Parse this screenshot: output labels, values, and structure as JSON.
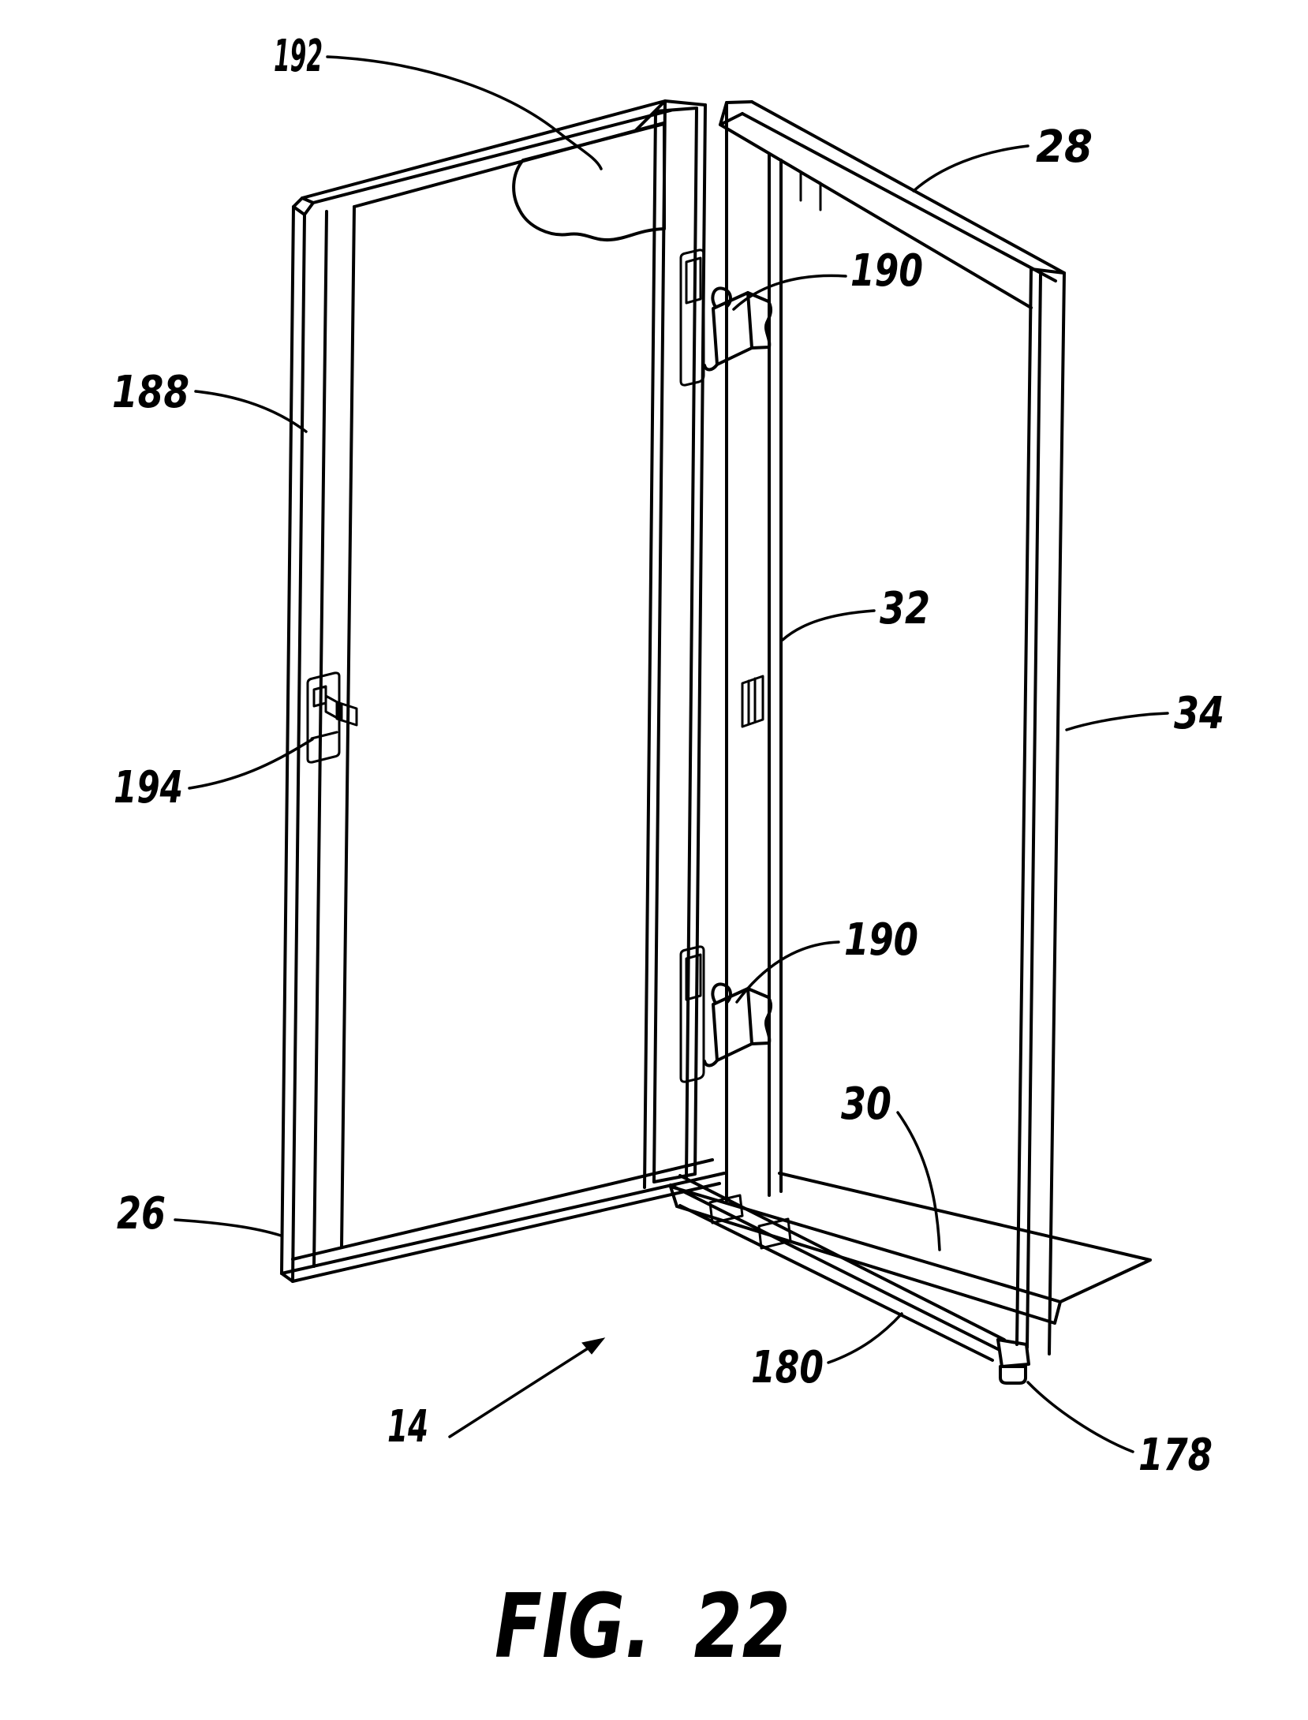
{
  "page": {
    "background_color": "#ffffff",
    "line_color": "#000000",
    "type": "patent-figure"
  },
  "figure": {
    "caption": "FIG. 22",
    "reference_labels": {
      "ref_192": "192",
      "ref_28": "28",
      "ref_190_upper": "190",
      "ref_188": "188",
      "ref_32": "32",
      "ref_34": "34",
      "ref_194": "194",
      "ref_190_lower": "190",
      "ref_30": "30",
      "ref_26": "26",
      "ref_180": "180",
      "ref_14": "14",
      "ref_178": "178"
    }
  }
}
